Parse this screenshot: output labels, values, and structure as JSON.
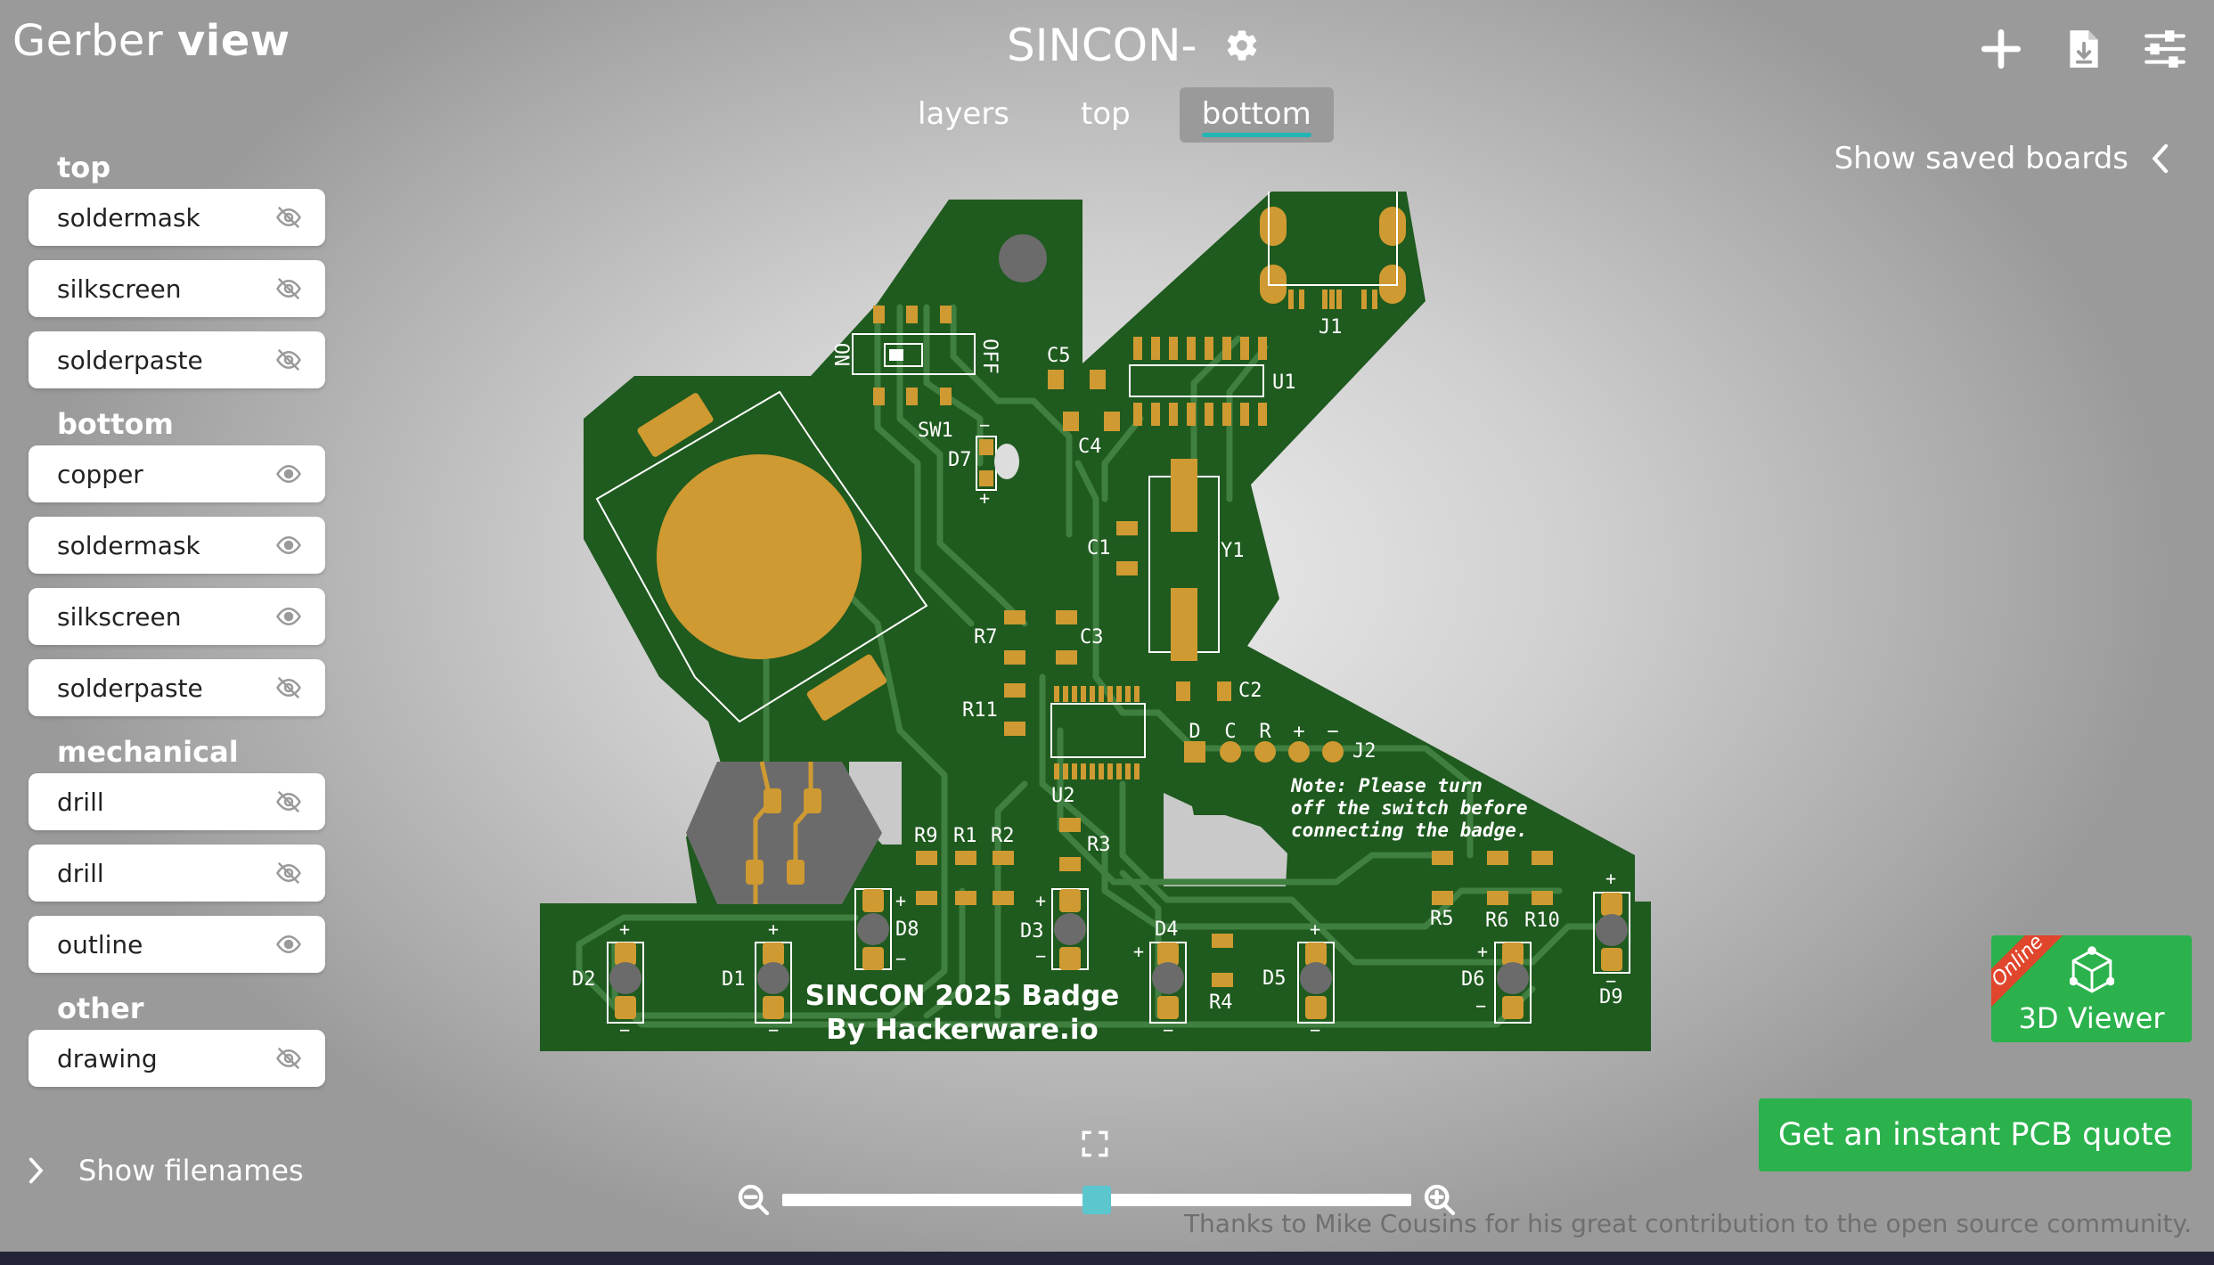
{
  "app": {
    "brand_light": "Gerber ",
    "brand_bold": "view"
  },
  "header": {
    "title": "SINCON-",
    "icons": [
      "gear-icon",
      "plus-icon",
      "download-file-icon",
      "sliders-icon"
    ]
  },
  "tabs": [
    {
      "label": "layers",
      "active": false
    },
    {
      "label": "top",
      "active": false
    },
    {
      "label": "bottom",
      "active": true
    }
  ],
  "saved_boards": {
    "label": "Show saved boards"
  },
  "sidebar": {
    "groups": [
      {
        "label": "top",
        "layers": [
          {
            "name": "soldermask",
            "visible": false
          },
          {
            "name": "silkscreen",
            "visible": false
          },
          {
            "name": "solderpaste",
            "visible": false
          }
        ]
      },
      {
        "label": "bottom",
        "layers": [
          {
            "name": "copper",
            "visible": true
          },
          {
            "name": "soldermask",
            "visible": true
          },
          {
            "name": "silkscreen",
            "visible": true
          },
          {
            "name": "solderpaste",
            "visible": false
          }
        ]
      },
      {
        "label": "mechanical",
        "layers": [
          {
            "name": "drill",
            "visible": false
          },
          {
            "name": "drill",
            "visible": false
          },
          {
            "name": "outline",
            "visible": true
          }
        ]
      },
      {
        "label": "other",
        "layers": [
          {
            "name": "drawing",
            "visible": false
          }
        ]
      }
    ],
    "show_filenames": "Show filenames"
  },
  "board": {
    "title_line1": "SINCON 2025 Badge",
    "title_line2": "By Hackerware.io",
    "note_lines": [
      "Note: Please turn",
      "off the switch before",
      "connecting the badge."
    ],
    "switch_on": "ON",
    "switch_off": "OFF",
    "j2_pins": [
      "D",
      "C",
      "R",
      "+",
      "−"
    ],
    "labels": {
      "J1": "J1",
      "U1": "U1",
      "C5": "C5",
      "C4": "C4",
      "SW1": "SW1",
      "D7": "D7",
      "C1": "C1",
      "Y1": "Y1",
      "R7": "R7",
      "C3": "C3",
      "R11": "R11",
      "C2": "C2",
      "J2": "J2",
      "U2": "U2",
      "R9": "R9",
      "R1": "R1",
      "R2": "R2",
      "R3": "R3",
      "D8": "D8",
      "D3": "D3",
      "D4": "D4",
      "R4": "R4",
      "D5": "D5",
      "R5": "R5",
      "R6": "R6",
      "R10": "R10",
      "D6": "D6",
      "D9": "D9",
      "D2": "D2",
      "D1": "D1"
    },
    "colors": {
      "mask": "#1f5a1f",
      "trace": "#3a7a3a",
      "pad": "#cf9a31",
      "hole": "#6b6b6b",
      "silk": "#ffffff"
    }
  },
  "zoom": {
    "level": 0.5
  },
  "viewer3d": {
    "badge": "Online",
    "label": "3D Viewer"
  },
  "quote_button": "Get an instant PCB quote",
  "credits": "Thanks to Mike Cousins for his great contribution to the open source community."
}
